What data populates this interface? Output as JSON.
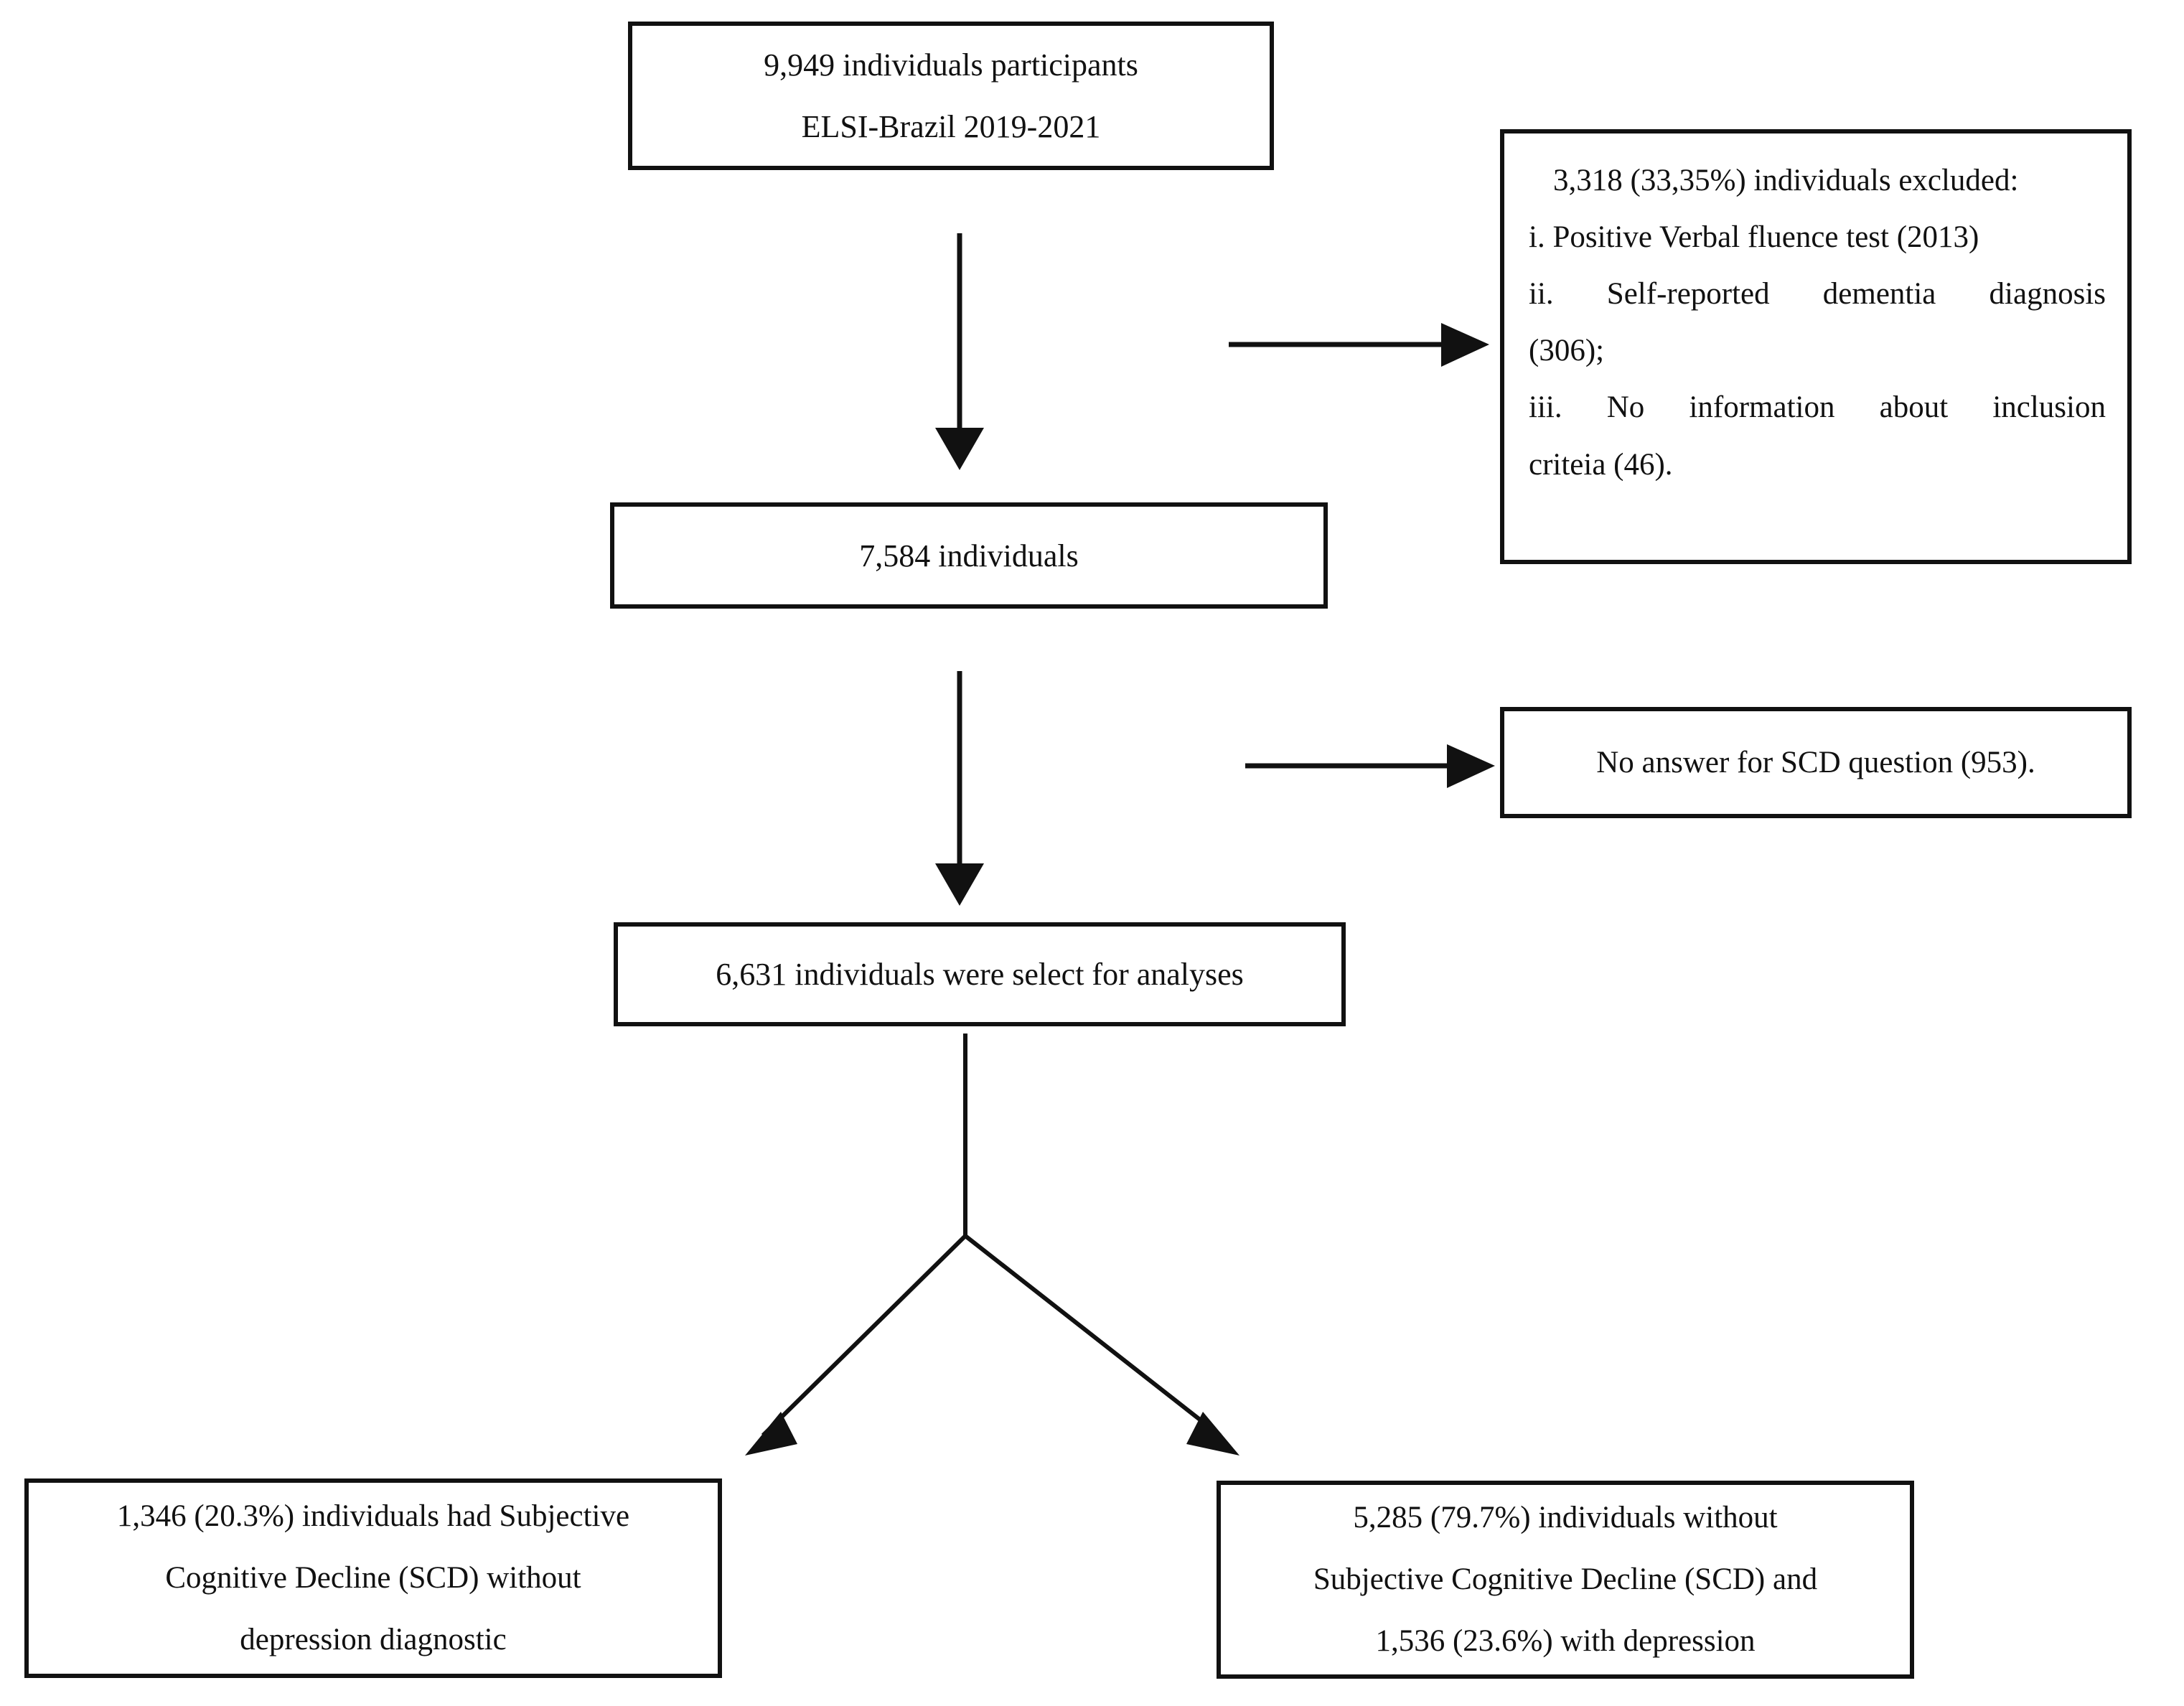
{
  "diagram": {
    "title": "Participant selection flow — ELSI-Brazil",
    "type": "flowchart",
    "stroke_color": "#111111",
    "background_color": "#ffffff"
  },
  "nodes": {
    "enrolled": {
      "line1": "9,949 individuals participants",
      "line2": "ELSI-Brazil 2019-2021"
    },
    "excluded": {
      "line1": "3,318 (33,35%) individuals excluded:",
      "line2": "i. Positive Verbal fluence test (2013)",
      "line3": "ii. Self-reported dementia diagnosis",
      "line4": "(306);",
      "line5": "iii. No information about inclusion",
      "line6": "criteia (46)."
    },
    "after_exclusion": {
      "line1": "7,584 individuals"
    },
    "no_answer": {
      "line1": "No answer for SCD question (953)."
    },
    "analysed": {
      "line1": "6,631 individuals were select for analyses"
    },
    "scd": {
      "line1": "1,346 (20.3%) individuals had Subjective",
      "line2": "Cognitive Decline (SCD) without",
      "line3": "depression diagnostic"
    },
    "no_scd": {
      "line1": "5,285 (79.7%) individuals without",
      "line2": "Subjective Cognitive Decline (SCD) and",
      "line3": "1,536 (23.6%) with depression"
    }
  },
  "chart_data": {
    "type": "flowchart",
    "title": "Participant selection flow — ELSI-Brazil 2019-2021",
    "counts": {
      "total_participants": 9949,
      "excluded_total": 3318,
      "excluded_percent": "33,35%",
      "excluded_positive_verbal_fluence_test": 2013,
      "excluded_self_reported_dementia_diagnosis": 306,
      "excluded_no_information_inclusion_criteria": 46,
      "after_exclusion": 7584,
      "no_answer_scd_question": 953,
      "selected_for_analyses": 6631,
      "with_scd": 1346,
      "with_scd_percent": "20.3%",
      "without_scd": 5285,
      "without_scd_percent": "79.7%",
      "with_depression": 1536,
      "with_depression_percent": "23.6%"
    },
    "edges": [
      {
        "from": "enrolled",
        "to": "after_exclusion",
        "direction": "down"
      },
      {
        "from": "enrolled",
        "to": "excluded",
        "direction": "right"
      },
      {
        "from": "after_exclusion",
        "to": "analysed",
        "direction": "down"
      },
      {
        "from": "after_exclusion",
        "to": "no_answer",
        "direction": "right"
      },
      {
        "from": "analysed",
        "to": "scd",
        "direction": "down-left"
      },
      {
        "from": "analysed",
        "to": "no_scd",
        "direction": "down-right"
      }
    ]
  }
}
